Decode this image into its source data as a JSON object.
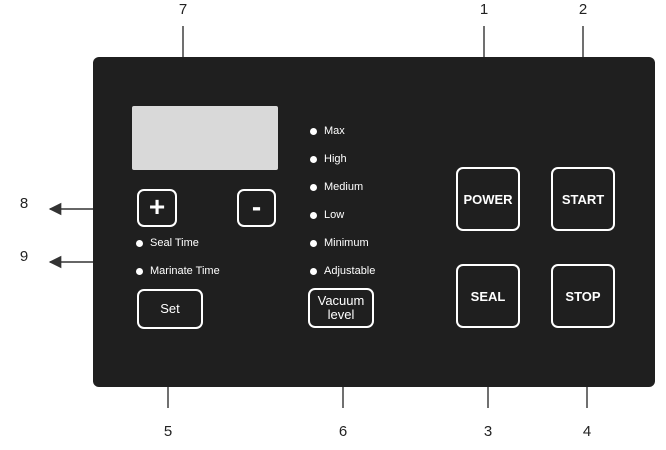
{
  "callouts": [
    "1",
    "2",
    "3",
    "4",
    "5",
    "6",
    "7",
    "8",
    "9"
  ],
  "buttons": {
    "power": "POWER",
    "start": "START",
    "seal": "SEAL",
    "stop": "STOP",
    "plus": "+",
    "minus": "-",
    "set": "Set",
    "vacuum": "Vacuum\nlevel"
  },
  "time_indicators": [
    "Seal Time",
    "Marinate Time"
  ],
  "vacuum_indicators": [
    "Max",
    "High",
    "Medium",
    "Low",
    "Minimum",
    "Adjustable"
  ],
  "colors": {
    "panel": "#1f1f1f",
    "display": "#d9d9d9",
    "led": "#ffffff",
    "line": "#333333"
  }
}
